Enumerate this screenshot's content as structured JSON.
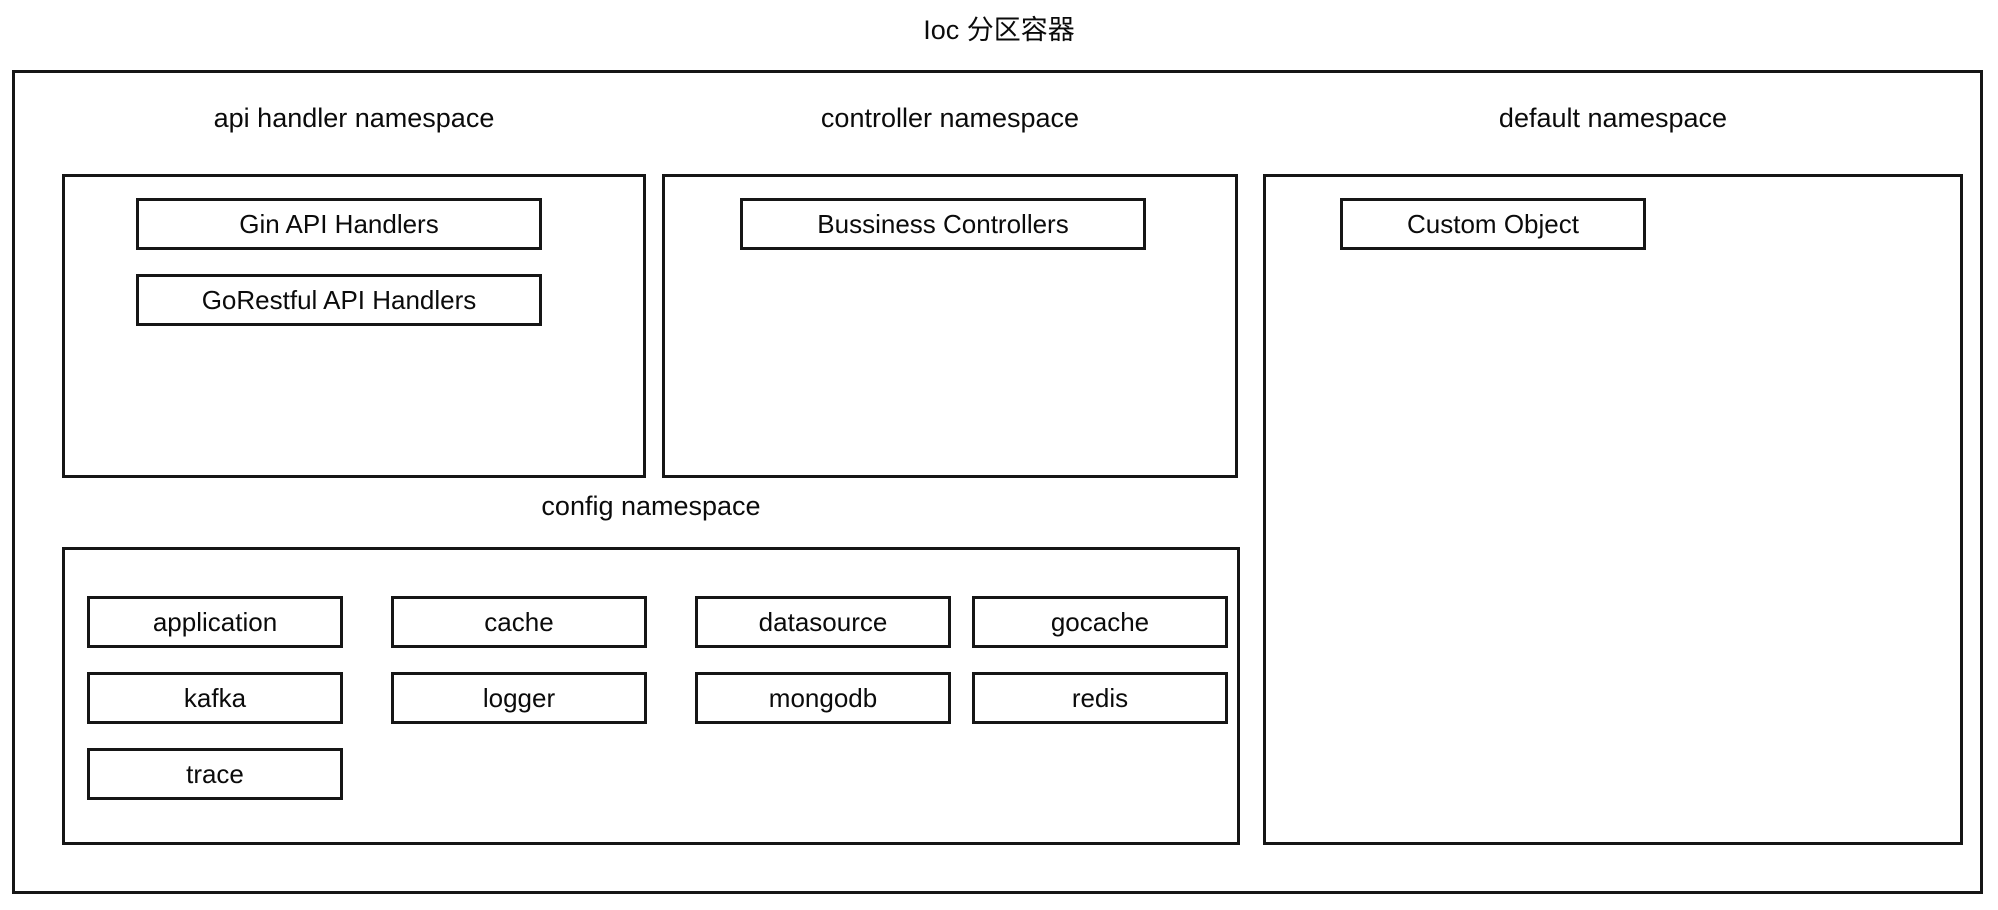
{
  "title": "Ioc 分区容器",
  "namespaces": {
    "api_handler": {
      "label": "api handler namespace",
      "items": [
        "Gin API Handlers",
        "GoRestful API Handlers"
      ]
    },
    "controller": {
      "label": "controller namespace",
      "items": [
        "Bussiness Controllers"
      ]
    },
    "default": {
      "label": "default namespace",
      "items": [
        "Custom Object"
      ]
    },
    "config": {
      "label": "config namespace",
      "items": [
        "application",
        "cache",
        "datasource",
        "gocache",
        "kafka",
        "logger",
        "mongodb",
        "redis",
        "trace"
      ]
    }
  },
  "colors": {
    "border": "#161616",
    "background": "#ffffff",
    "text": "#0b0b0b"
  }
}
